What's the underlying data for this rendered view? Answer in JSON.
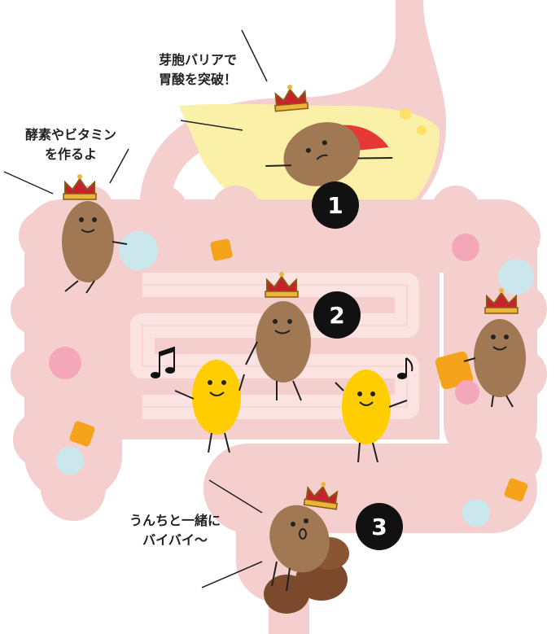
{
  "captions": {
    "stomach": {
      "line1": "芽胞バリアで",
      "line2": "胃酸を突破！"
    },
    "enzymes": {
      "line1": "酵素やビタミン",
      "line2": "を作るよ"
    },
    "poop": {
      "line1": "うんちと一緒に",
      "line2": "バイバイ〜"
    }
  },
  "steps": [
    {
      "number": "1"
    },
    {
      "number": "2"
    },
    {
      "number": "3"
    }
  ],
  "colors": {
    "intestine": "#f4cfcd",
    "stomach_acid": "#fbf0a8",
    "bean_brown": "#a07854",
    "bean_yellow": "#ffcd00",
    "crown": "#c8202e",
    "step_badge": "#111111",
    "poop": "#7b4a2c"
  },
  "icons": [
    "crown-icon",
    "music-note-icon",
    "cape-icon"
  ]
}
